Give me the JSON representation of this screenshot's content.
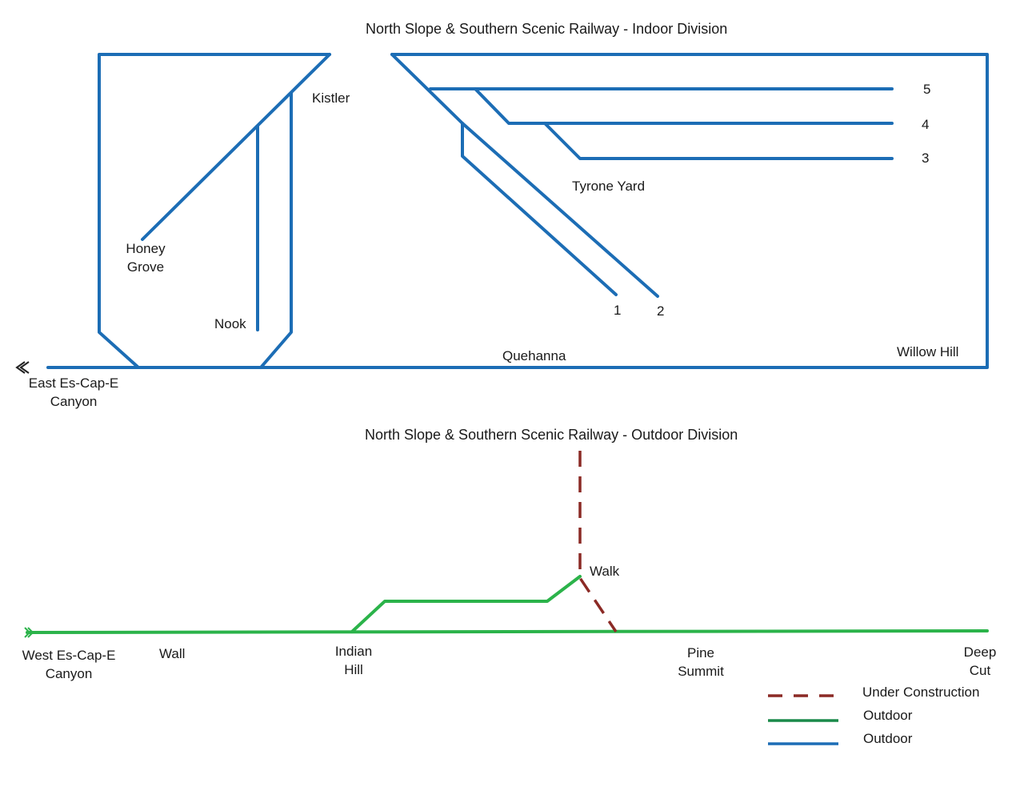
{
  "indoor": {
    "title": "North Slope & Southern Scenic Railway - Indoor Division",
    "stations": {
      "kistler": "Kistler",
      "honey_grove": [
        "Honey",
        "Grove"
      ],
      "nook": "Nook",
      "quehanna": "Quehanna",
      "willow_hill": "Willow Hill",
      "tyrone_yard": "Tyrone Yard",
      "east_canyon": [
        "East Es-Cap-E",
        "Canyon"
      ]
    },
    "tracks": [
      "5",
      "4",
      "3",
      "1",
      "2"
    ]
  },
  "outdoor": {
    "title": "North Slope & Southern Scenic Railway - Outdoor Division",
    "stations": {
      "west_canyon": [
        "West Es-Cap-E",
        "Canyon"
      ],
      "wall": "Wall",
      "indian_hill": [
        "Indian",
        "Hill"
      ],
      "walk": "Walk",
      "pine_summit": [
        "Pine",
        "Summit"
      ],
      "deep_cut": [
        "Deep",
        "Cut"
      ]
    }
  },
  "legend": [
    {
      "label": "Under Construction",
      "color": "#8b2a25",
      "style": "dashed"
    },
    {
      "label": "Outdoor",
      "color": "#1a8a4a",
      "style": "solid"
    },
    {
      "label": "Outdoor",
      "color": "#1c6db5",
      "style": "solid"
    }
  ],
  "colors": {
    "indoor_track": "#1c6db5",
    "outdoor_track": "#2bb34a",
    "construction": "#8b2a25"
  }
}
